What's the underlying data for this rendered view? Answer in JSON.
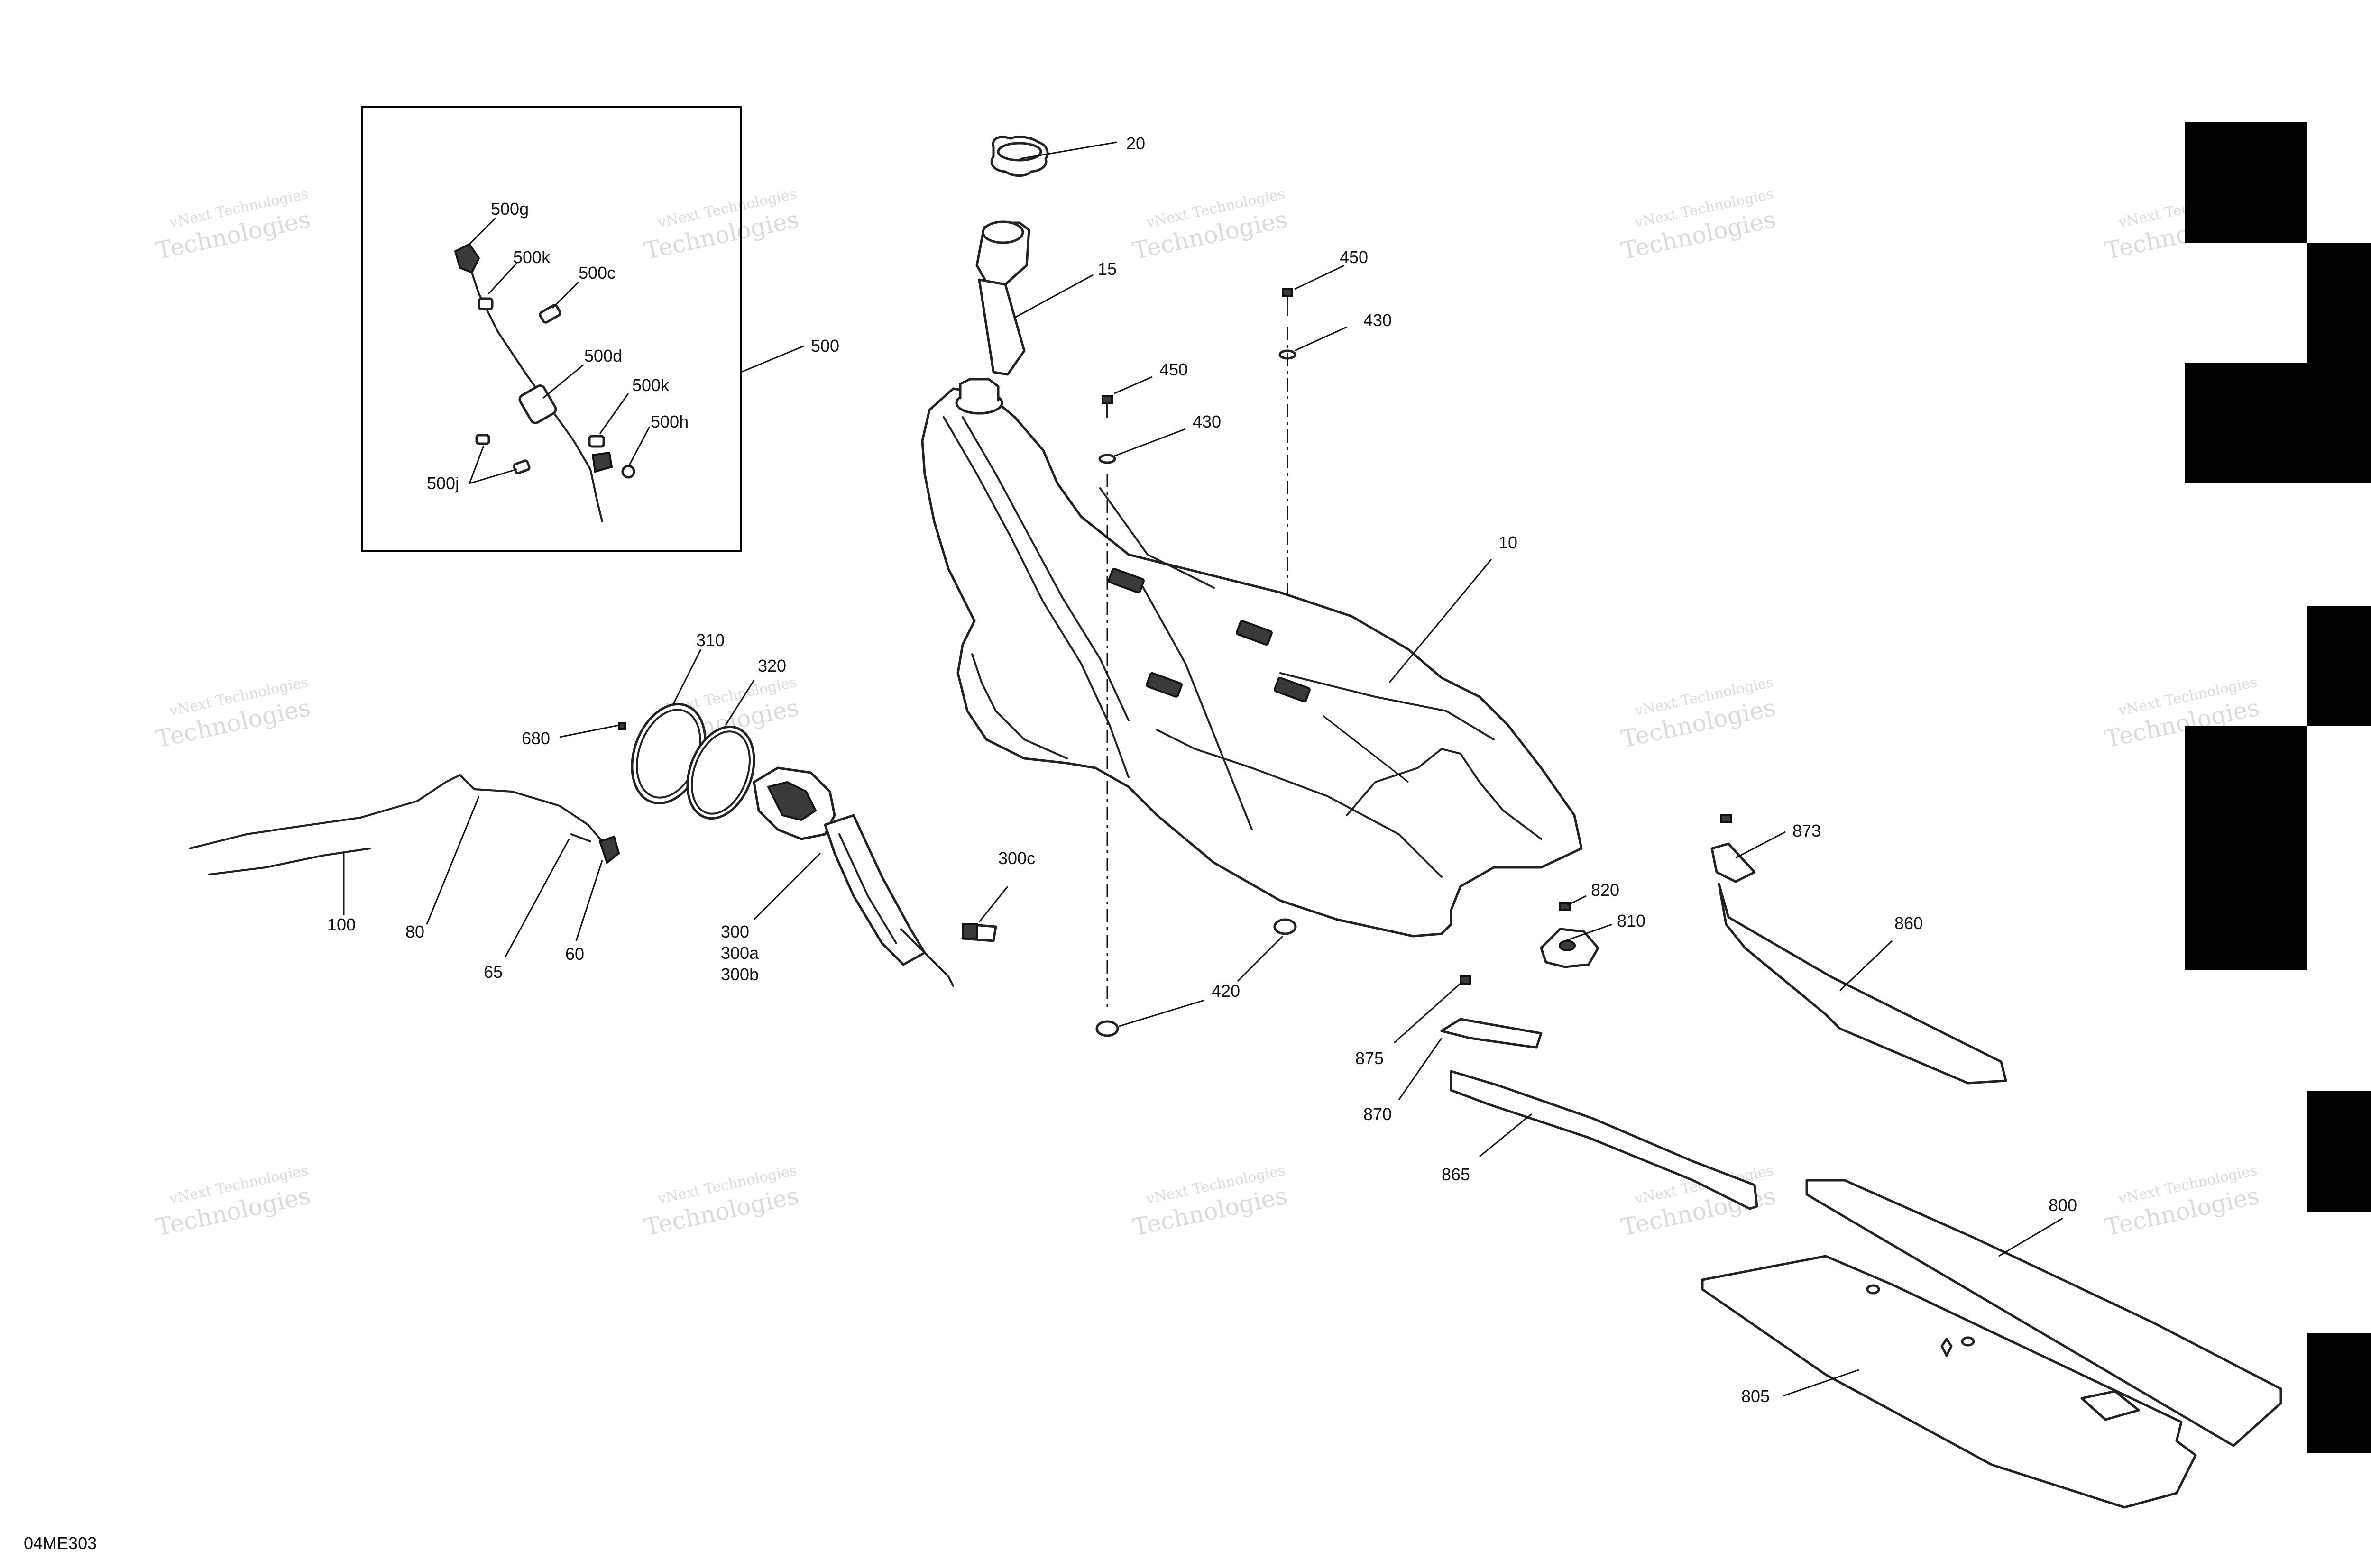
{
  "diagram_code": "04ME303",
  "watermark": {
    "line1": "vNext Technologies",
    "line2": "Technologies"
  },
  "callouts": {
    "c20": "20",
    "c15": "15",
    "c450a": "450",
    "c430a": "430",
    "c450b": "450",
    "c430b": "430",
    "c10": "10",
    "c500": "500",
    "c500g": "500g",
    "c500k_a": "500k",
    "c500c": "500c",
    "c500d": "500d",
    "c500k_b": "500k",
    "c500h": "500h",
    "c500j": "500j",
    "c310": "310",
    "c320": "320",
    "c680": "680",
    "c300c": "300c",
    "c300": "300",
    "c300a": "300a",
    "c300b": "300b",
    "c100": "100",
    "c80": "80",
    "c65": "65",
    "c60": "60",
    "c420": "420",
    "c873": "873",
    "c820": "820",
    "c810": "810",
    "c860": "860",
    "c875": "875",
    "c870": "870",
    "c865": "865",
    "c800": "800",
    "c805": "805"
  }
}
